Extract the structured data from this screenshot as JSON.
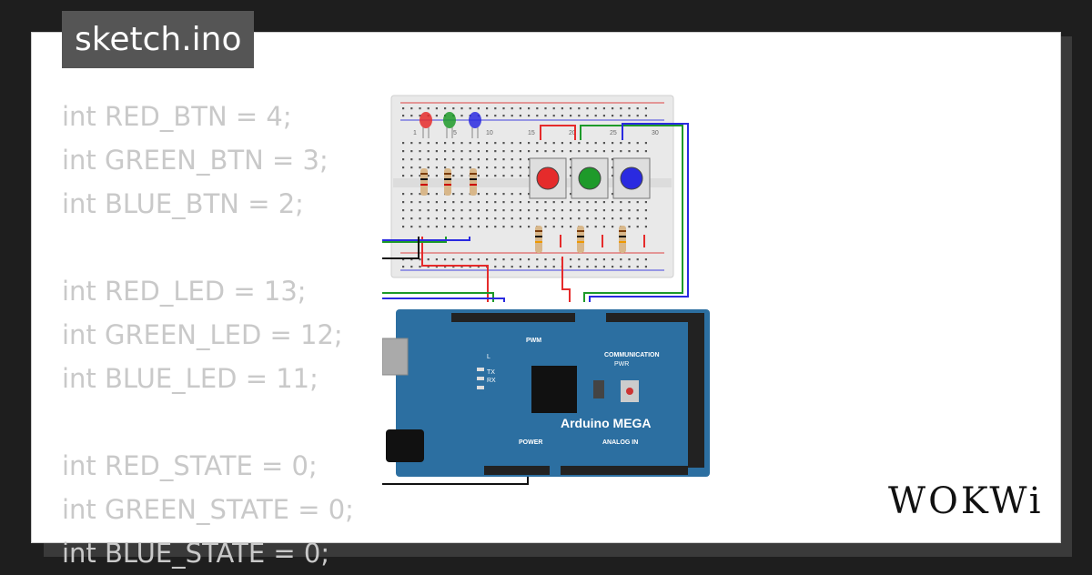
{
  "file_tag": "sketch.ino",
  "code_lines": [
    "int RED_BTN = 4;",
    "int GREEN_BTN = 3;",
    "int BLUE_BTN = 2;",
    "",
    "int RED_LED = 13;",
    "int GREEN_LED = 12;",
    "int BLUE_LED = 11;",
    "",
    "int RED_STATE = 0;",
    "int GREEN_STATE = 0;",
    "int BLUE_STATE = 0;"
  ],
  "board": {
    "name": "Arduino MEGA",
    "pwm_label": "PWM",
    "communication_label": "COMMUNICATION",
    "power_label": "POWER",
    "analog_label": "ANALOG IN",
    "pwr_label": "PWR",
    "led_label": "L",
    "tx_label": "TX",
    "rx_label": "RX"
  },
  "breadboard": {
    "col_labels": [
      "1",
      "5",
      "10",
      "15",
      "20",
      "25",
      "30"
    ]
  },
  "logo_text": "WOKWi",
  "colors": {
    "red": "#e52b2b",
    "green": "#1e9a2a",
    "blue": "#2a2ae0",
    "board": "#2c6fa1",
    "black_wire": "#111111"
  }
}
